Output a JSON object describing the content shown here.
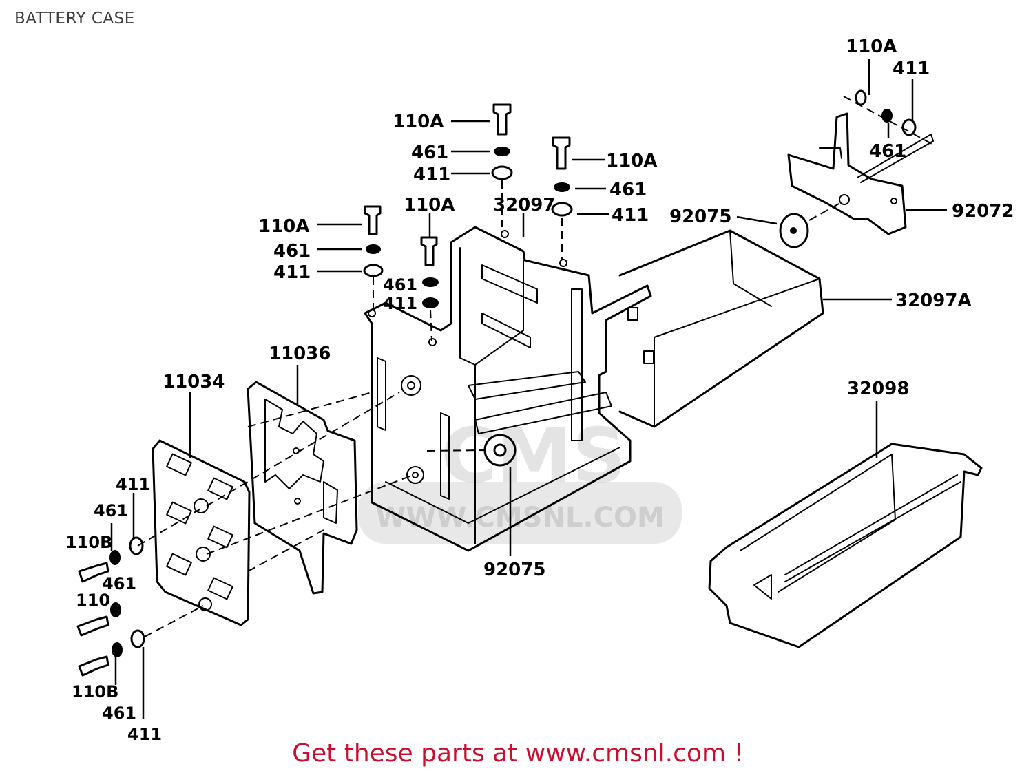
{
  "header": {
    "title": "BATTERY CASE"
  },
  "footer": {
    "text": "Get these parts at www.cmsnl.com !"
  },
  "watermark": {
    "text": "WWW.CMSNL.COM",
    "logo": "CMS"
  },
  "colors": {
    "footer_text": "#c8102e",
    "title_text": "#3d3d3d",
    "watermark": "#c9c9c9"
  },
  "part_labels": {
    "l01": "110A",
    "l02": "411",
    "l03": "461",
    "l04": "110A",
    "l05": "461",
    "l06": "411",
    "l07": "110A",
    "l08": "461",
    "l09": "411",
    "l10": "110A",
    "l11": "32097",
    "l12": "92075",
    "l13": "92072",
    "l14": "110A",
    "l15": "461",
    "l16": "411",
    "l17": "461",
    "l18": "411",
    "l19": "32097A",
    "l20": "11036",
    "l21": "11034",
    "l22": "32098",
    "l23": "411",
    "l24": "461",
    "l25": "110B",
    "l26": "461",
    "l27": "110",
    "l28": "92075",
    "l29": "110B",
    "l30": "461",
    "l31": "411"
  }
}
